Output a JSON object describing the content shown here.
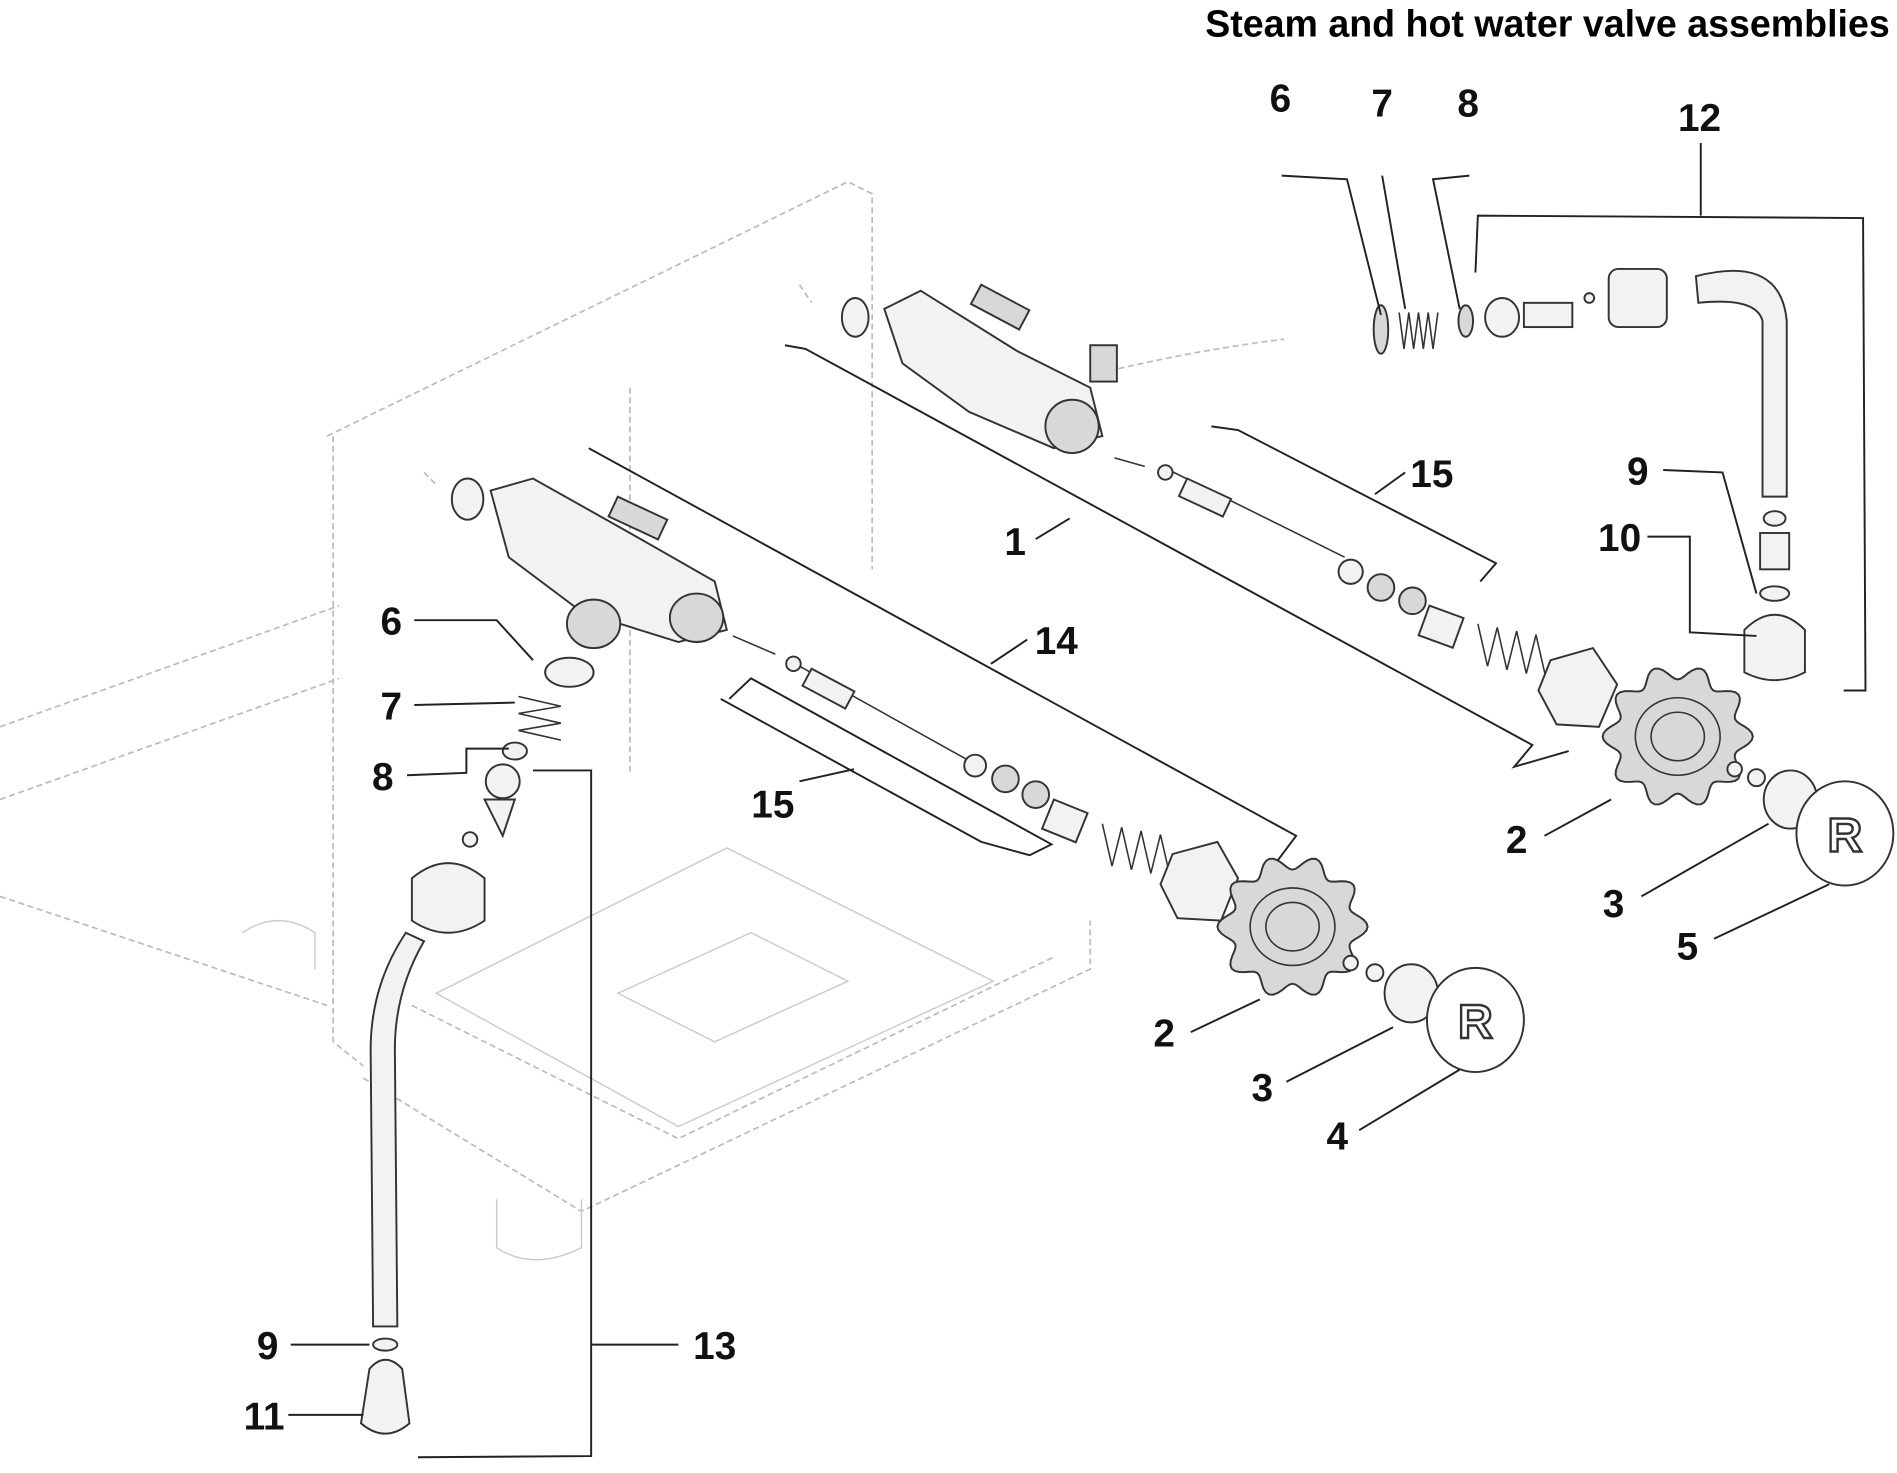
{
  "title": "Steam and hot water valve assemblies",
  "callouts": {
    "top_6": "6",
    "top_7": "7",
    "top_8": "8",
    "top_12": "12",
    "right_9": "9",
    "right_10": "10",
    "right_15": "15",
    "right_1": "1",
    "right_2": "2",
    "right_3": "3",
    "right_5": "5",
    "left_14": "14",
    "left_6": "6",
    "left_7": "7",
    "left_8": "8",
    "left_15": "15",
    "left_2": "2",
    "left_3": "3",
    "left_4": "4",
    "left_9": "9",
    "left_13": "13",
    "left_11": "11"
  },
  "cap_letter": "R"
}
